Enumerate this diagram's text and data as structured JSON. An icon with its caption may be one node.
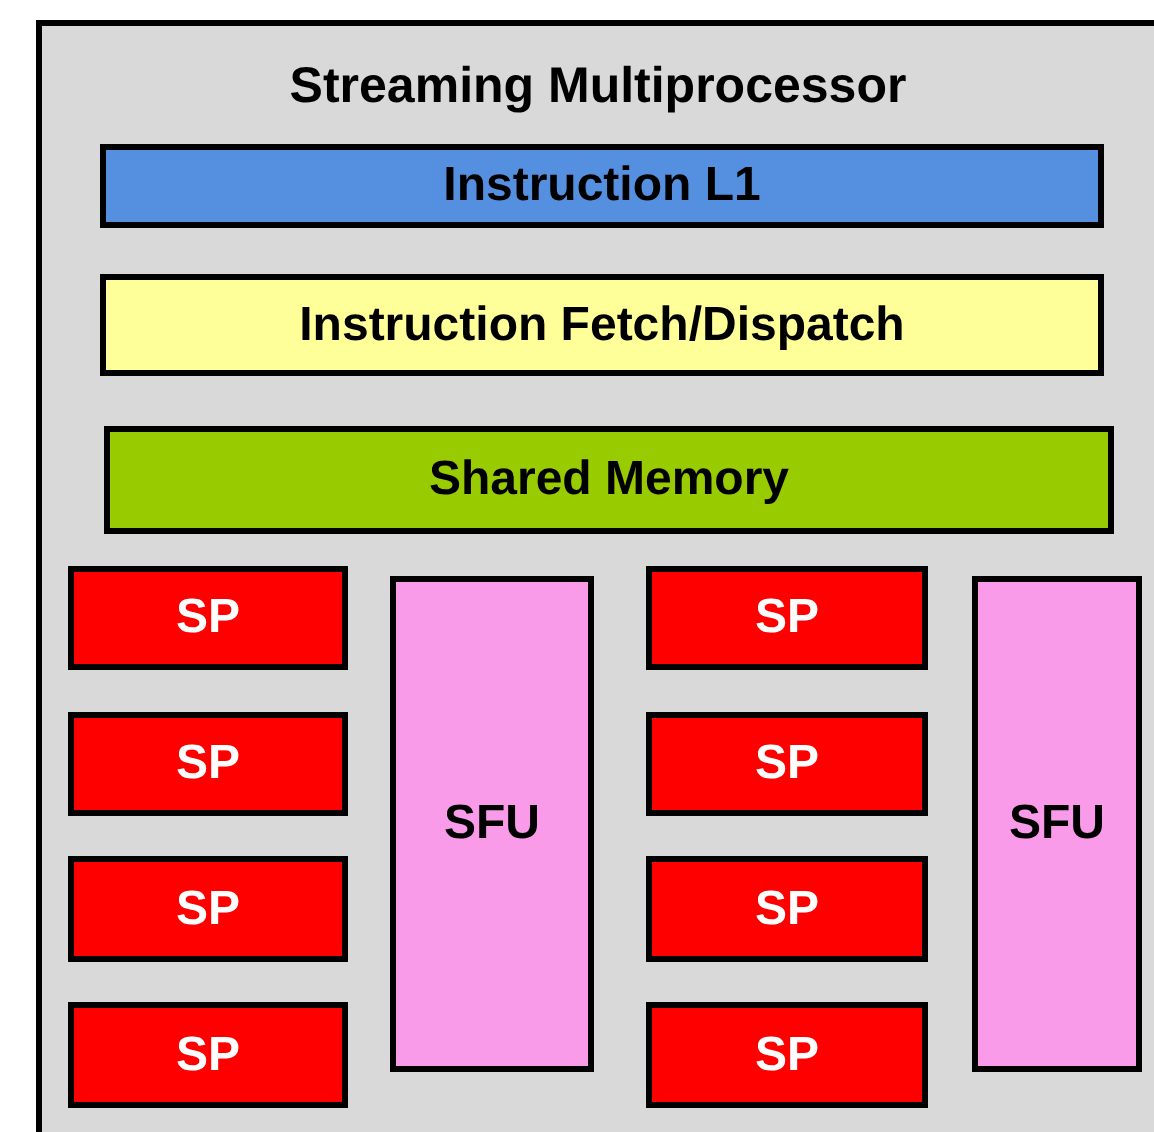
{
  "diagram": {
    "nodes": [
      {
        "text": [
          "Streaming Multiprocessor"
        ]
      },
      {
        "text": [
          "Instruction L1"
        ],
        "in": 0
      },
      {
        "text": [
          "Instruction Fetch/Dispatch"
        ],
        "in": 0
      },
      {
        "text": [
          "Shared Memory"
        ],
        "in": 0
      },
      {
        "text": [
          "SP"
        ],
        "in": 0
      },
      {
        "text": [
          "SP"
        ],
        "in": 0
      },
      {
        "text": [
          "SP"
        ],
        "in": 0
      },
      {
        "text": [
          "SP"
        ],
        "in": 0
      },
      {
        "text": [
          "SFU"
        ],
        "in": 0
      },
      {
        "text": [
          "SP"
        ],
        "in": 0
      },
      {
        "text": [
          "SP"
        ],
        "in": 0
      },
      {
        "text": [
          "SP"
        ],
        "in": 0
      },
      {
        "text": [
          "SP"
        ],
        "in": 0
      },
      {
        "text": [
          "SFU"
        ],
        "in": 0
      }
    ]
  }
}
